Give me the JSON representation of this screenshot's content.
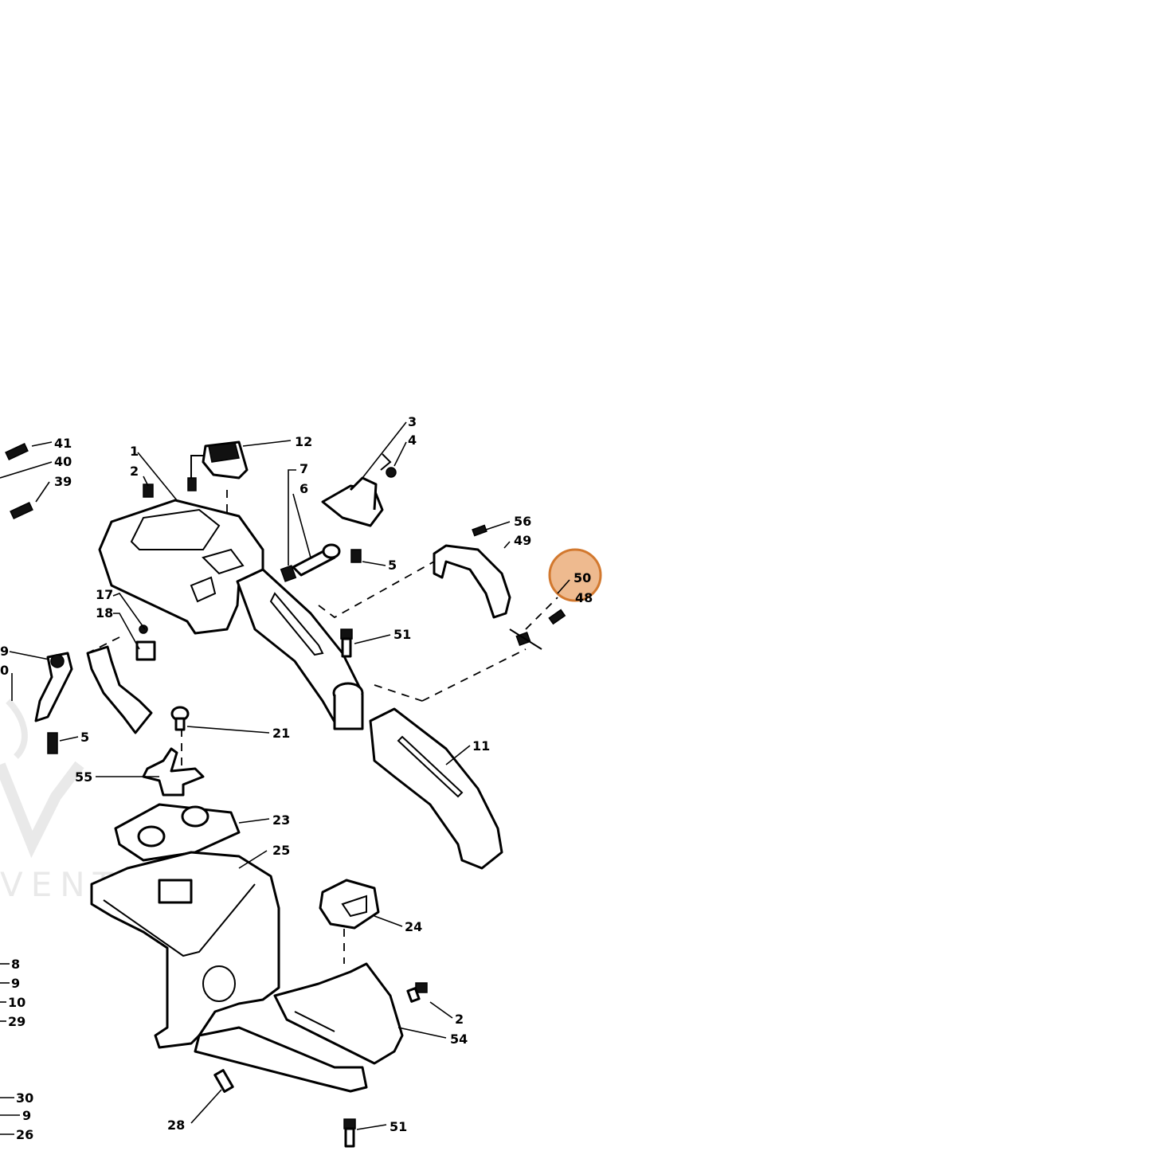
{
  "highlight": {
    "label": "50",
    "color": "#e8a36a",
    "border": "#d2782e"
  },
  "watermark": {
    "text": "VENT"
  },
  "callouts": {
    "c41": "41",
    "c40": "40",
    "c39": "39",
    "c1": "1",
    "c2a": "2",
    "c12": "12",
    "c3": "3",
    "c4": "4",
    "c7": "7",
    "c6": "6",
    "c5a": "5",
    "c56": "56",
    "c49": "49",
    "c50": "50",
    "c48": "48",
    "c17": "17",
    "c18": "18",
    "c19": "9",
    "c20": "0",
    "c51a": "51",
    "c5b": "5",
    "c21": "21",
    "c11": "11",
    "c55": "55",
    "c23": "23",
    "c25": "25",
    "c24": "24",
    "c8": "8",
    "c9a": "9",
    "c10": "10",
    "c29": "29",
    "c2b": "2",
    "c54": "54",
    "c30": "30",
    "c9b": "9",
    "c26": "26",
    "c28": "28",
    "c51b": "51"
  }
}
